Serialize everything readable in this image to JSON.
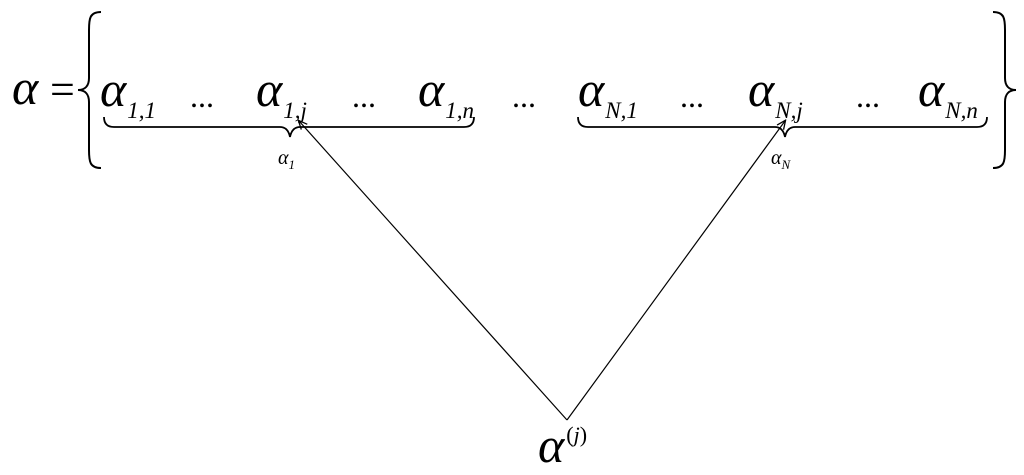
{
  "lhs": {
    "symbol": "α",
    "equals": "="
  },
  "set_elements": [
    {
      "base": "α",
      "sub": "1,1"
    },
    {
      "base": "α",
      "sub": "1,j"
    },
    {
      "base": "α",
      "sub": "1,n"
    },
    {
      "base": "α",
      "sub": "N,1"
    },
    {
      "base": "α",
      "sub": "N,j"
    },
    {
      "base": "α",
      "sub": "N,n"
    }
  ],
  "ellipsis": "...",
  "underbrace_labels": {
    "first": {
      "base": "α",
      "sub": "1"
    },
    "last": {
      "base": "α",
      "sub": "N"
    }
  },
  "bottom": {
    "base": "α",
    "sup": "(j)"
  }
}
